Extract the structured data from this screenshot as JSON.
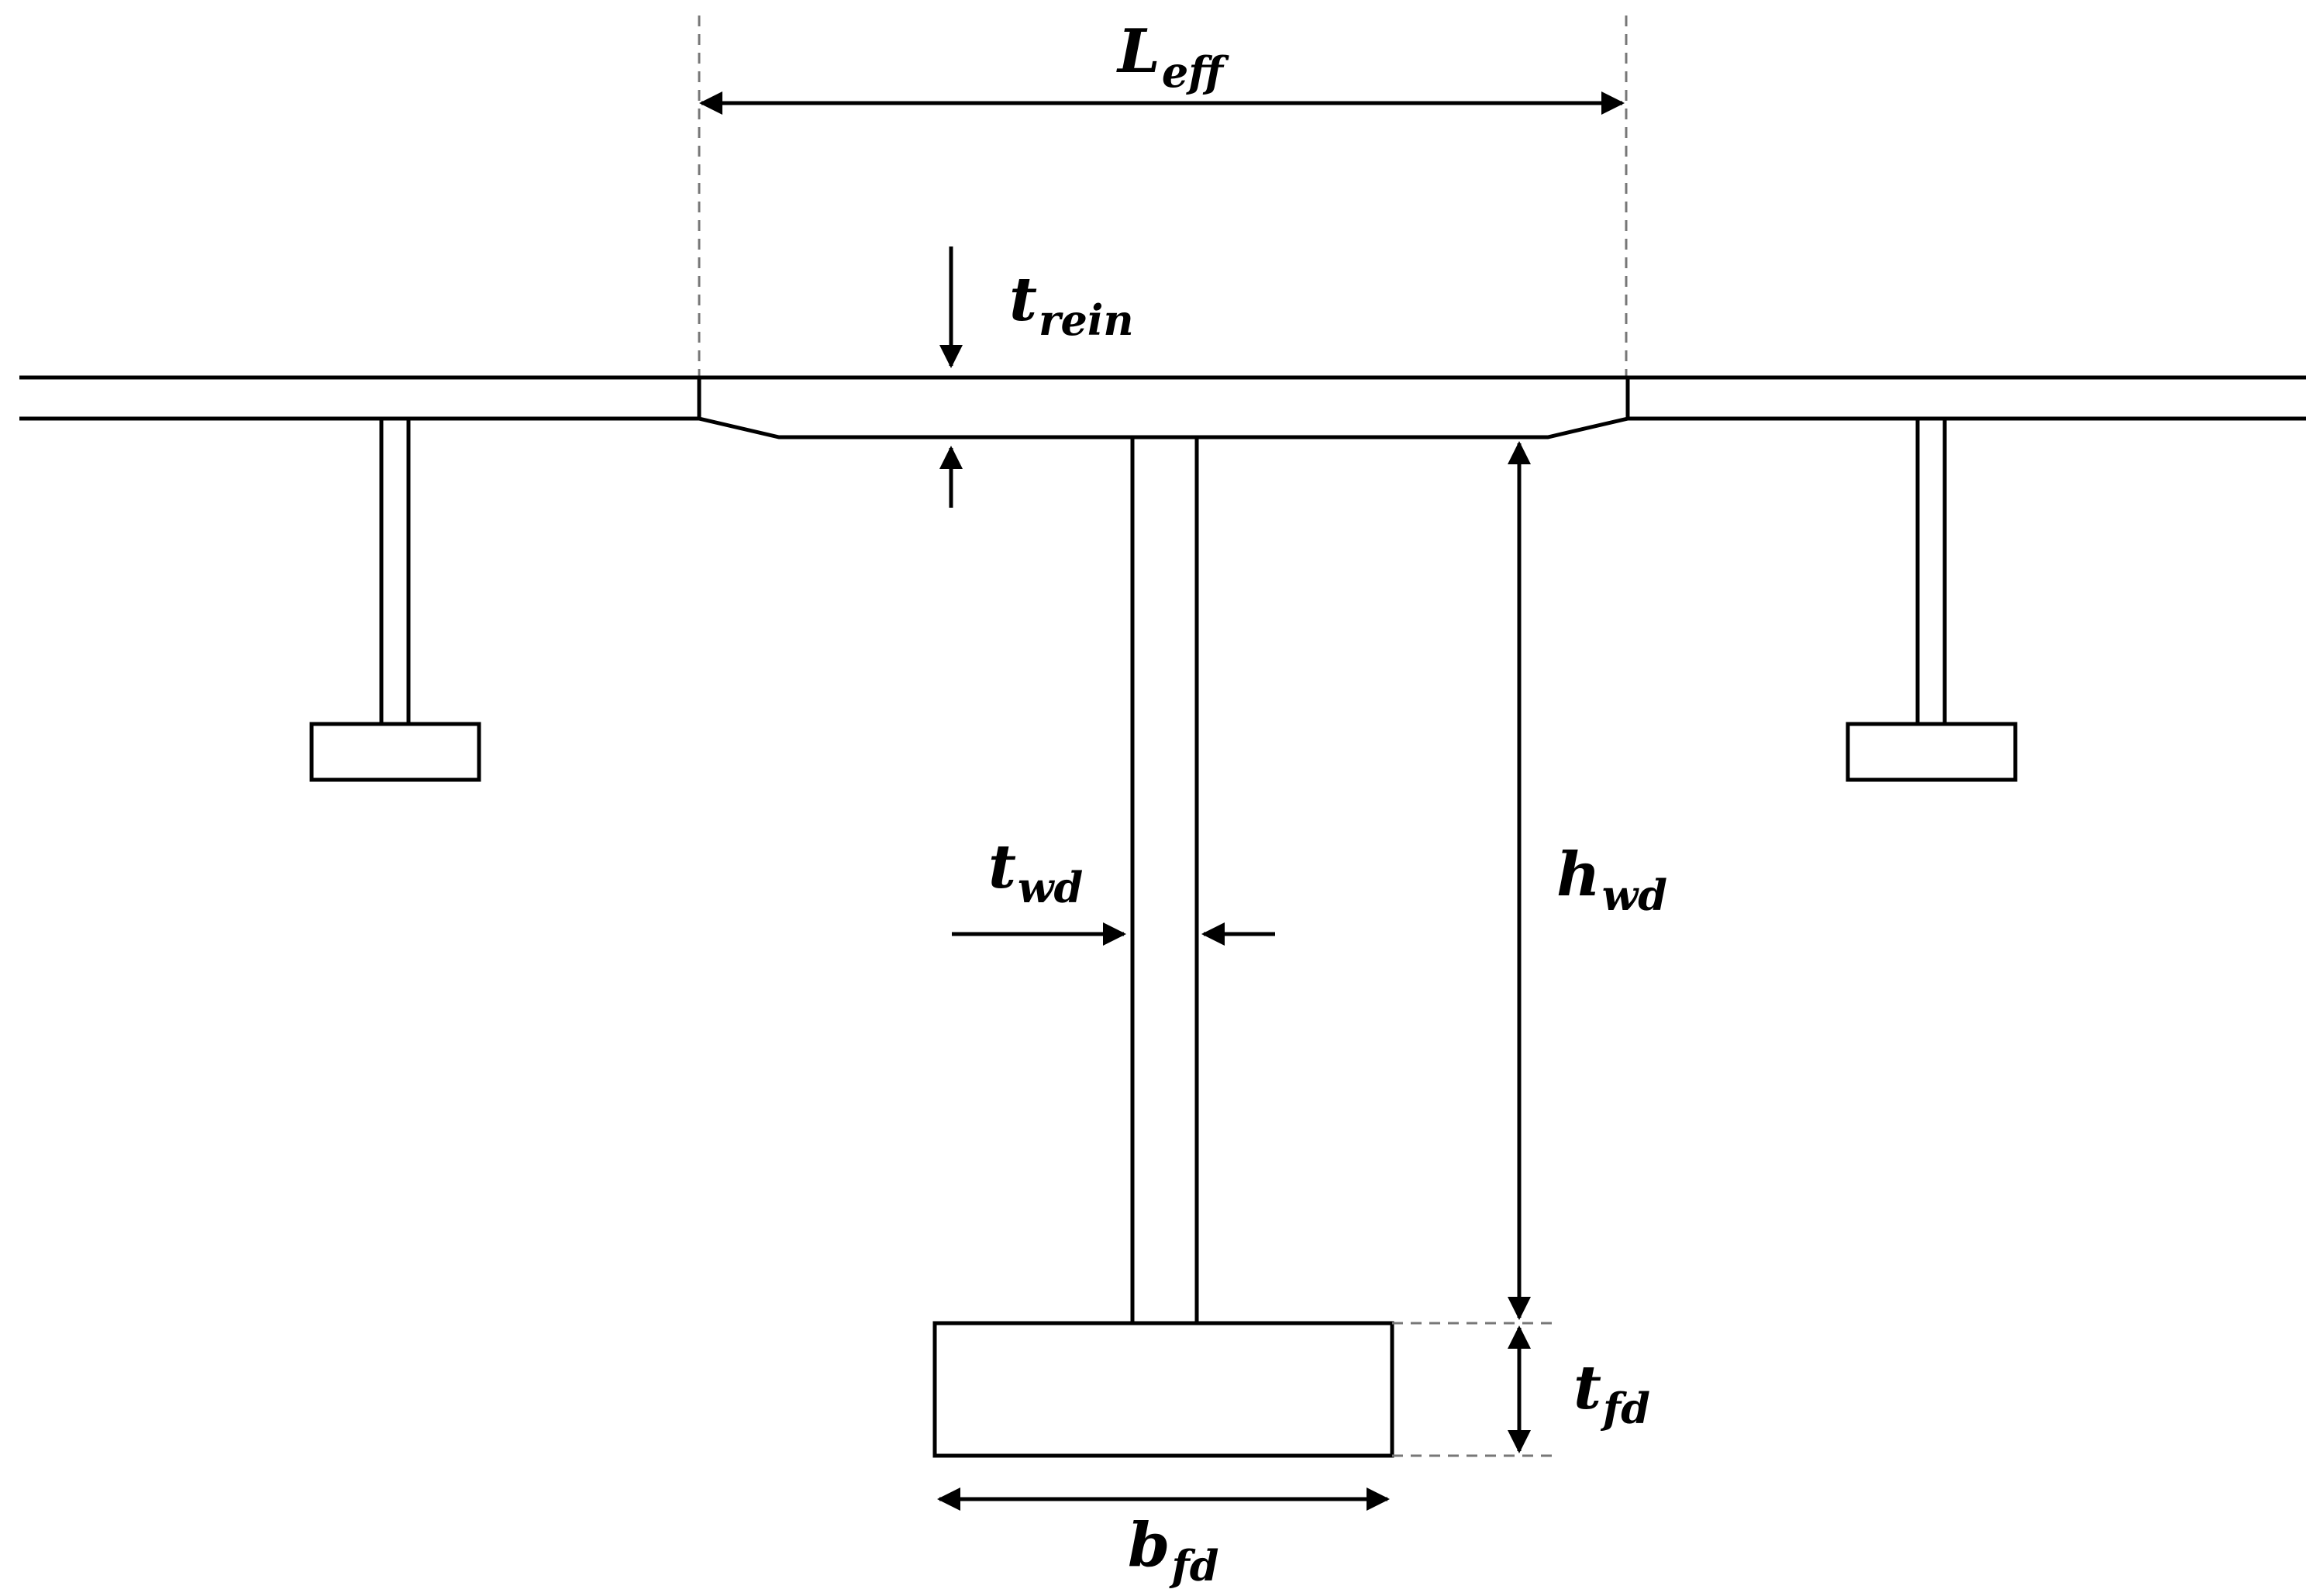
{
  "labels": {
    "l_eff": {
      "main": "L",
      "sub": "eff"
    },
    "t_rein": {
      "main": "t",
      "sub": "rein"
    },
    "t_wd": {
      "main": "t",
      "sub": "wd"
    },
    "h_wd": {
      "main": "h",
      "sub": "wd"
    },
    "t_fd": {
      "main": "t",
      "sub": "fd"
    },
    "b_fd": {
      "main": "b",
      "sub": "fd"
    }
  },
  "colors": {
    "line": "#000000",
    "dashed_guide": "#777777",
    "background": "#ffffff"
  }
}
